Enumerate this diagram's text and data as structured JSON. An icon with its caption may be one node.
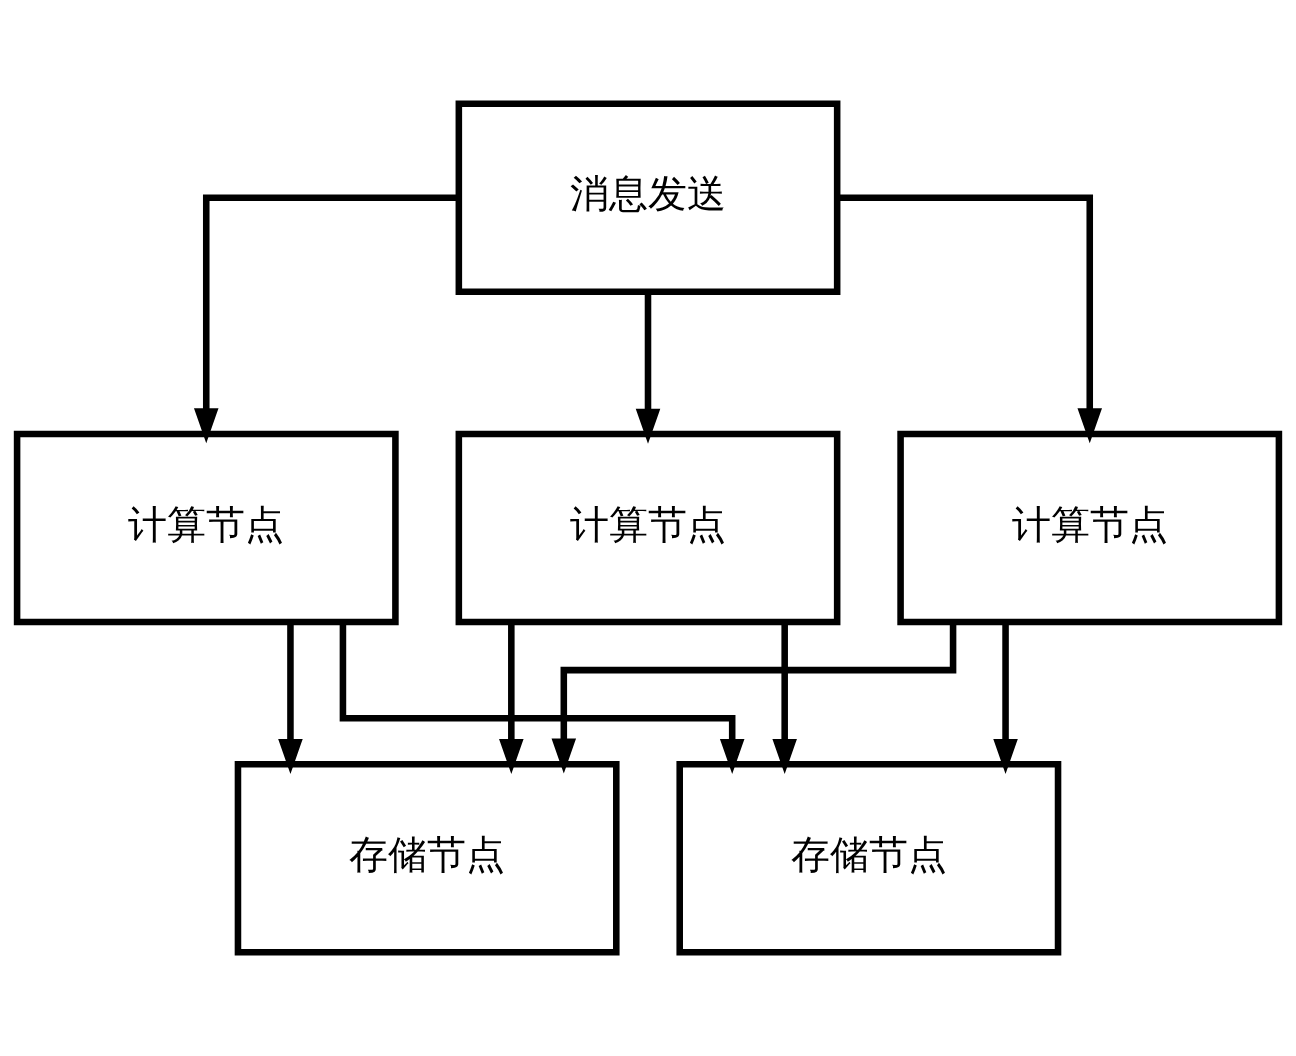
{
  "diagram": {
    "nodes": [
      {
        "text": [
          "消息发送"
        ]
      },
      {
        "text": [
          "计算节点"
        ]
      },
      {
        "text": [
          "计算节点"
        ]
      },
      {
        "text": [
          "计算节点"
        ]
      },
      {
        "text": [
          "存储节点"
        ]
      },
      {
        "text": [
          "存储节点"
        ]
      }
    ],
    "edges": [
      {
        "from": 0,
        "to": 1,
        "arrow": "to"
      },
      {
        "from": 0,
        "to": 2,
        "arrow": "to"
      },
      {
        "from": 0,
        "to": 3,
        "arrow": "to"
      },
      {
        "from": 1,
        "to": 4,
        "arrow": "to"
      },
      {
        "from": 1,
        "to": 5,
        "arrow": "to"
      },
      {
        "from": 2,
        "to": 4,
        "arrow": "to"
      },
      {
        "from": 2,
        "to": 5,
        "arrow": "to"
      },
      {
        "from": 3,
        "to": 4,
        "arrow": "to"
      },
      {
        "from": 3,
        "to": 5,
        "arrow": "to"
      }
    ]
  }
}
